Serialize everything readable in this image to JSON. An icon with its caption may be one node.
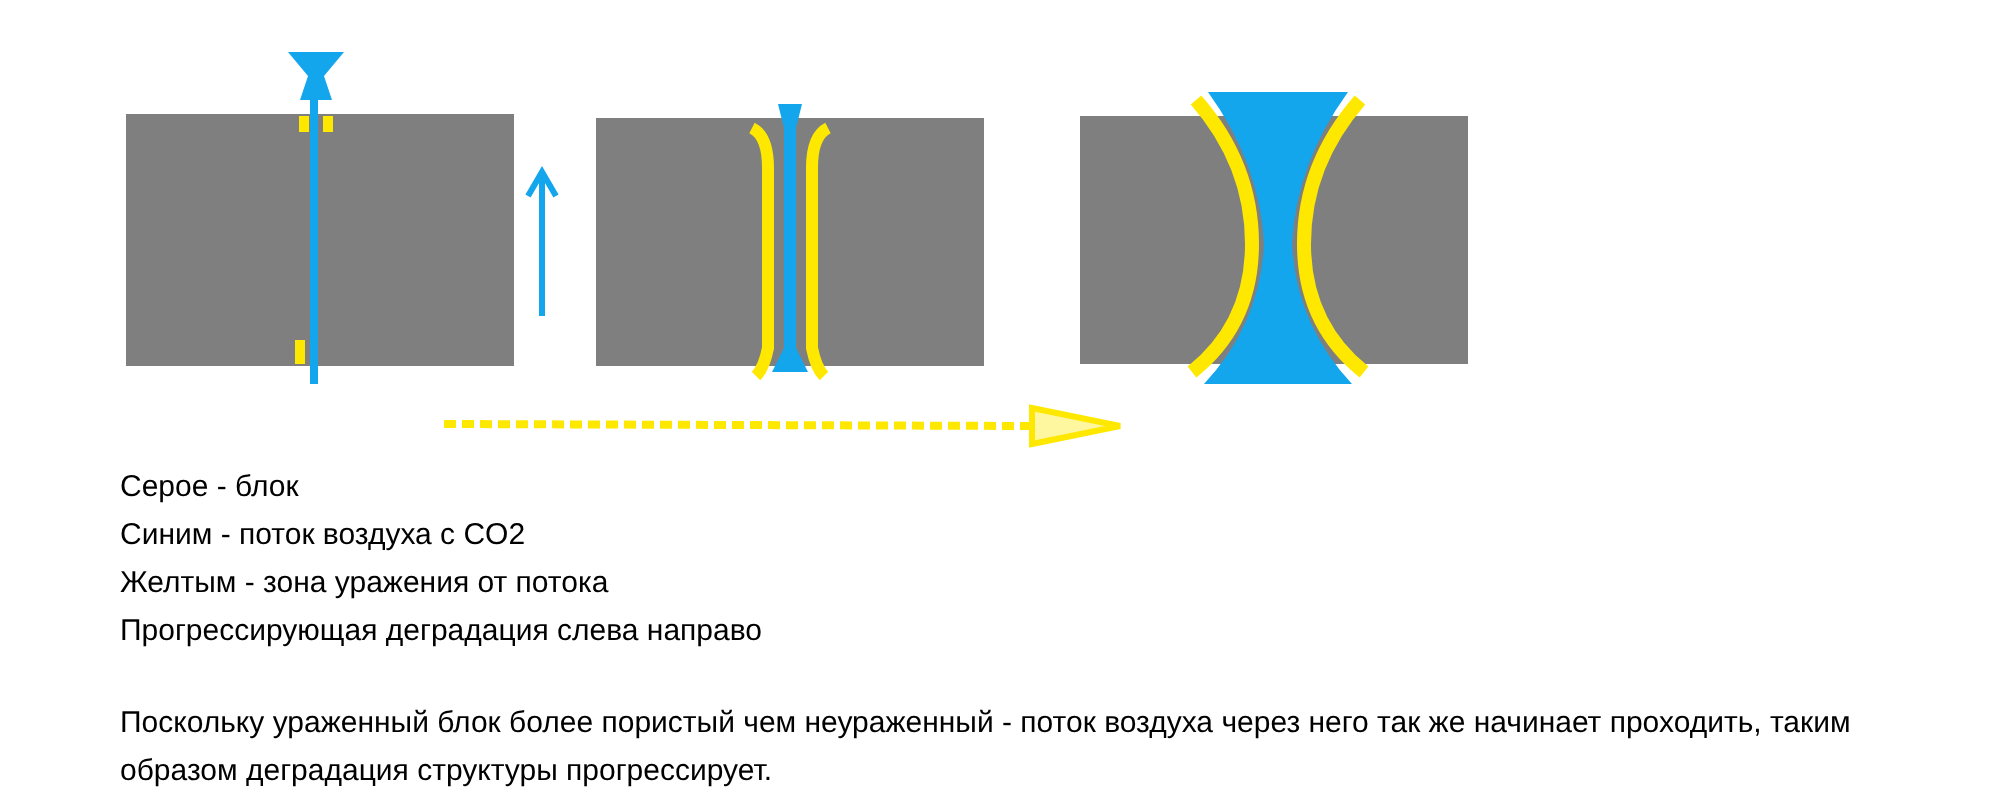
{
  "diagram": {
    "nodes": [
      {
        "text": [],
        "shape": "box"
      },
      {
        "text": [],
        "shape": "box"
      },
      {
        "text": [],
        "shape": "box"
      }
    ],
    "edges": [],
    "labels": [
      "Серое - блок",
      "Синим - поток воздуха с CO2",
      "Желтым - зона уражения от потока",
      "Прогрессирующая деградация слева направо",
      "Поскольку ураженный блок более пористый чем неураженный - поток воздуха через него так же начинает проходить, таким образом деградация структуры прогрессирует."
    ]
  }
}
